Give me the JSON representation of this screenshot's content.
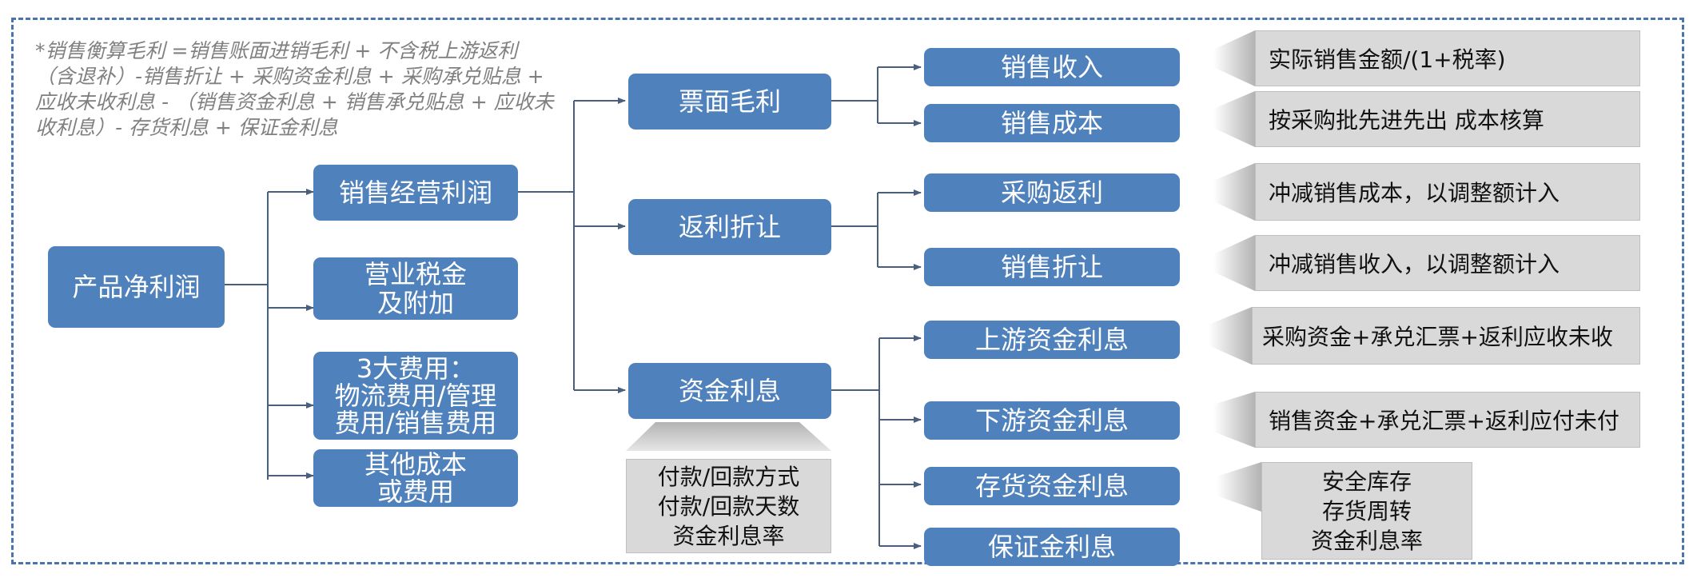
{
  "formula": [
    "*销售衡算毛利 =销售账面进销毛利 + 不含税上游返利",
    "（含退补）-销售折让 + 采购资金利息 + 采购承兑贴息 +",
    "应收未收利息 - （销售资金利息 + 销售承兑贴息 + 应收未",
    "收利息）- 存货利息 + 保证金利息"
  ],
  "root": "产品净利润",
  "level1": {
    "sales_profit": "销售经营利润",
    "tax": [
      "营业税金",
      "及附加"
    ],
    "expenses": [
      "3大费用：",
      "物流费用/管理",
      "费用/销售费用"
    ],
    "other": [
      "其他成本",
      "或费用"
    ]
  },
  "level2": {
    "gross": "票面毛利",
    "rebate": "返利折让",
    "interest": "资金利息"
  },
  "level3": {
    "revenue": "销售收入",
    "cost": "销售成本",
    "purchase_rebate": "采购返利",
    "sales_discount": "销售折让",
    "upstream_interest": "上游资金利息",
    "downstream_interest": "下游资金利息",
    "inventory_interest": "存货资金利息",
    "deposit_interest": "保证金利息"
  },
  "notes": {
    "revenue": "实际销售金额/(1+税率)",
    "cost": "按采购批先进先出 成本核算",
    "purchase_rebate": "冲减销售成本，以调整额计入",
    "sales_discount": "冲减销售收入，以调整额计入",
    "upstream_interest": "采购资金+承兑汇票+返利应收未收",
    "downstream_interest": "销售资金+承兑汇票+返利应付未付",
    "inventory_interest": [
      "安全库存",
      "存货周转",
      "资金利息率"
    ],
    "interest_factors": [
      "付款/回款方式",
      "付款/回款天数",
      "资金利息率"
    ]
  },
  "colors": {
    "box": "#4f81bd",
    "note_box": "#d9d9d9",
    "connector": "#4a5f7e",
    "frame": "#4a74ad",
    "formula_text": "#808080"
  }
}
